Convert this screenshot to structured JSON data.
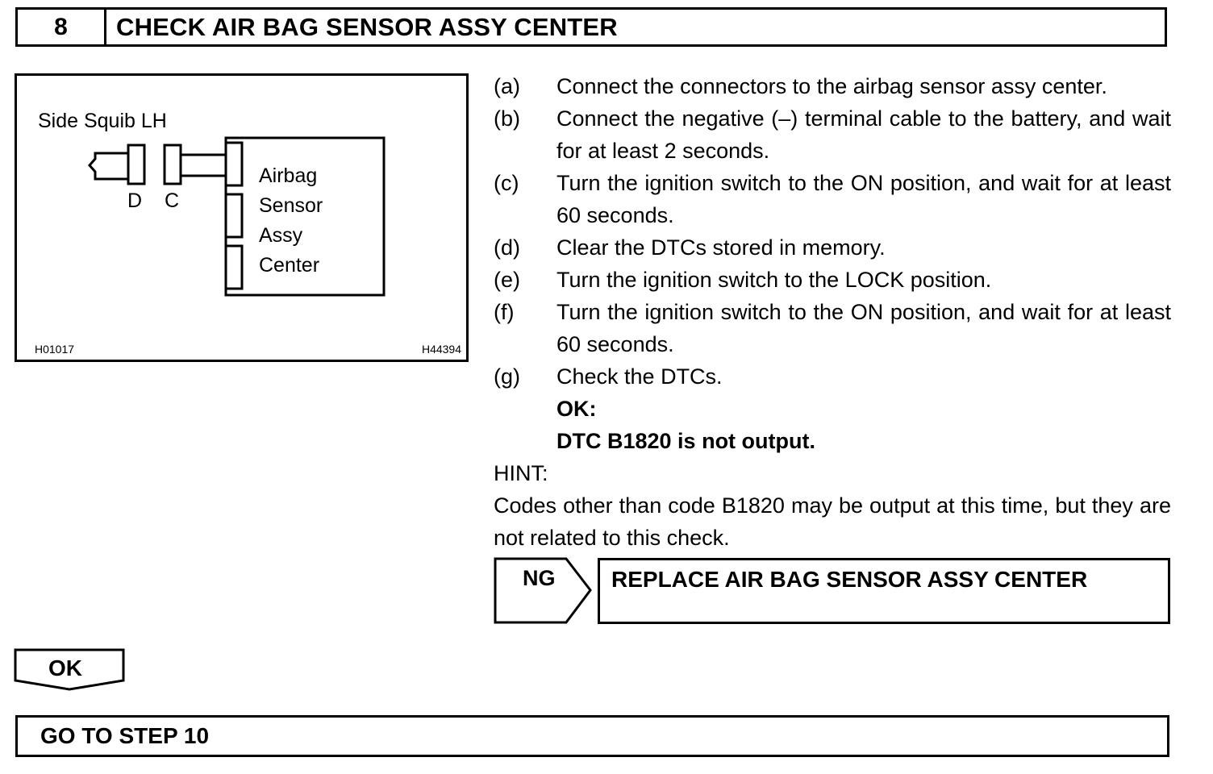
{
  "header": {
    "step_number": "8",
    "title": "CHECK AIR BAG SENSOR ASSY CENTER"
  },
  "diagram": {
    "squib_label": "Side Squib LH",
    "connector_d": "D",
    "connector_c": "C",
    "sensor_lines": [
      "Airbag",
      "Sensor",
      "Assy",
      "Center"
    ],
    "code_left": "H01017",
    "code_right": "H44394"
  },
  "steps": [
    {
      "letter": "(a)",
      "text": "Connect the connectors to the airbag sensor assy center."
    },
    {
      "letter": "(b)",
      "text": "Connect the negative (–) terminal cable to the battery, and wait for at least 2 seconds."
    },
    {
      "letter": "(c)",
      "text": "Turn the ignition switch to the ON position, and wait for at least 60 seconds."
    },
    {
      "letter": "(d)",
      "text": "Clear the DTCs stored in memory."
    },
    {
      "letter": "(e)",
      "text": "Turn the ignition switch to the LOCK position."
    },
    {
      "letter": "(f)",
      "text": "Turn the ignition switch to the ON position, and wait for at least 60 seconds."
    },
    {
      "letter": "(g)",
      "text": "Check the DTCs."
    }
  ],
  "ok_result": {
    "label": "OK:",
    "value": "DTC B1820 is not output."
  },
  "hint": {
    "title": "HINT:",
    "text": "Codes other than code B1820 may be output at this time, but they are not related to this check."
  },
  "ng": {
    "label": "NG",
    "action": "REPLACE AIR BAG SENSOR ASSY CENTER"
  },
  "ok_branch": {
    "label": "OK",
    "action": "GO TO STEP 10"
  }
}
